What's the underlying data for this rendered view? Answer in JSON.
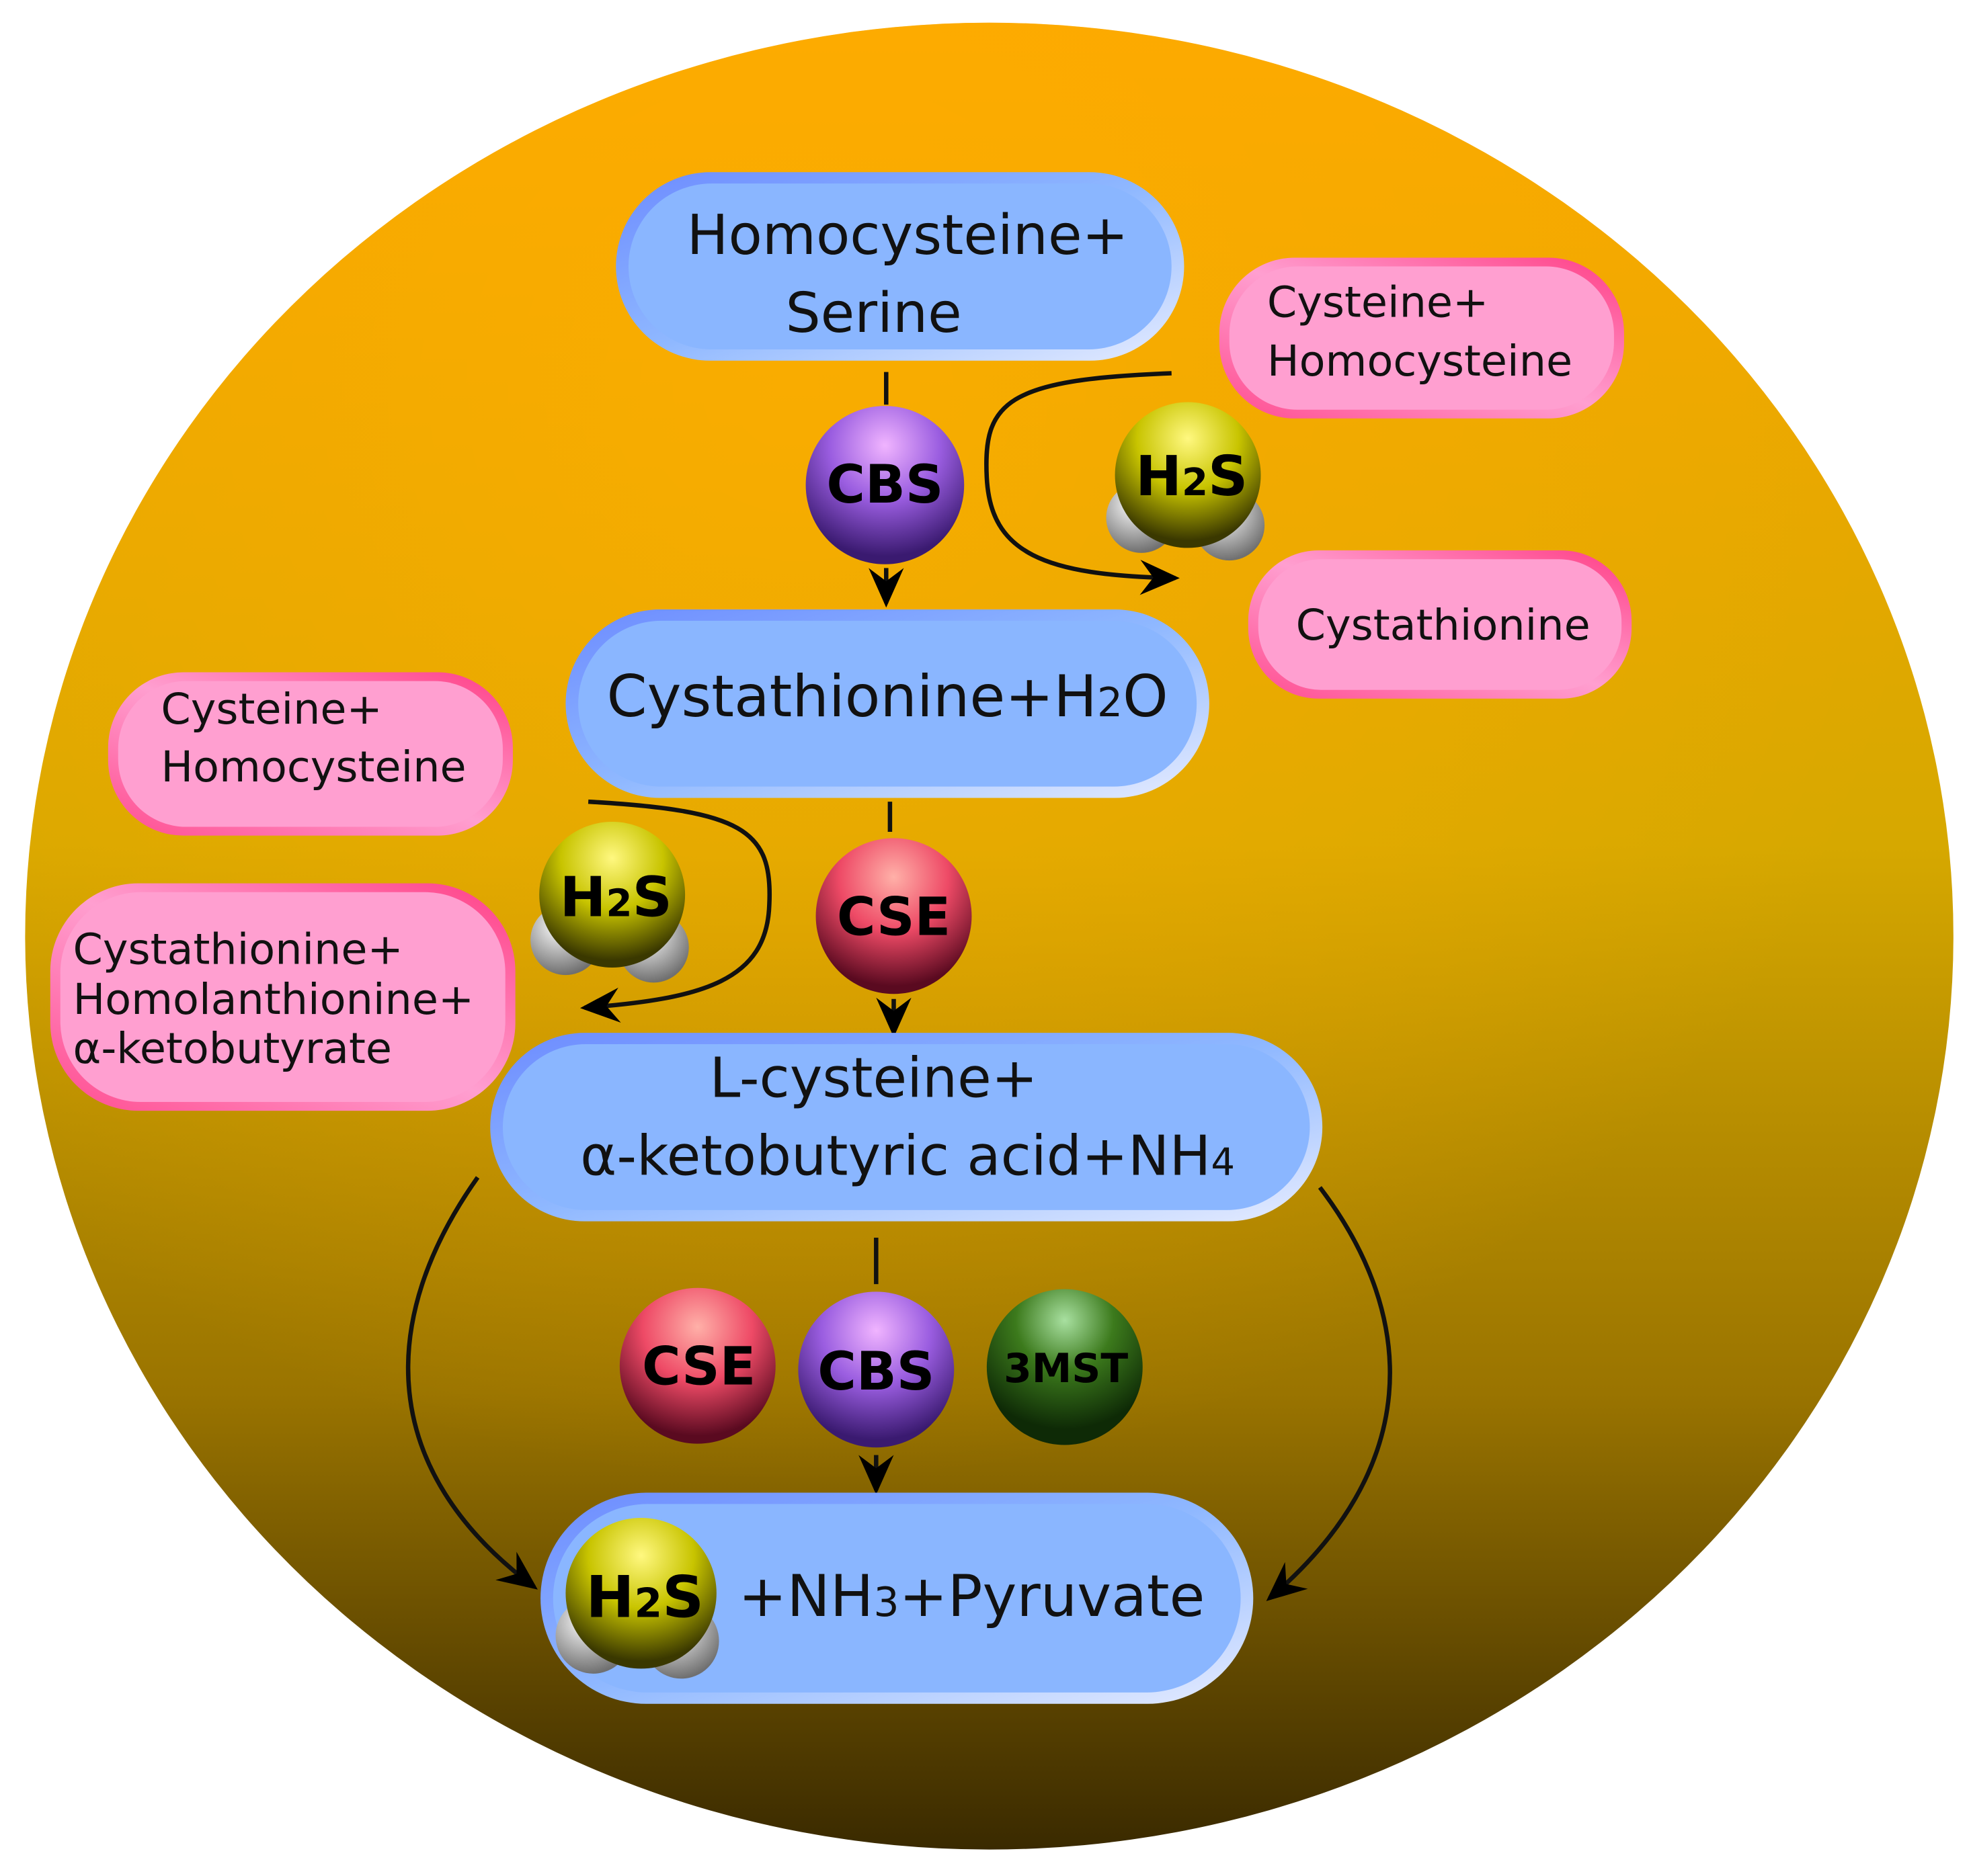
{
  "colors": {
    "cell_top": "#fba800",
    "cell_bottom": "#3b2a00",
    "blue_box": "#8ab6ff",
    "pink_box": "#ff9fd0",
    "cbs": "#9a5de0",
    "cse": "#ee4a66",
    "mst": "#3c7a1c",
    "h2s": "#d8d400"
  },
  "main_nodes": {
    "n1": {
      "line1": "Homocysteine+",
      "line2": "Serine"
    },
    "n2": {
      "pre": "Cystathionine+H",
      "sub": "2",
      "post": "O"
    },
    "n3": {
      "line1": "L-cysteine+",
      "pre": "α-ketobutyric acid+NH",
      "sub": "4"
    },
    "n4": {
      "pre": "+NH",
      "sub": "3",
      "post": "+Pyruvate"
    }
  },
  "side_nodes": {
    "right_in": {
      "line1": "Cysteine+",
      "line2": "Homocysteine"
    },
    "right_out": {
      "line1": "Cystathionine"
    },
    "left_in": {
      "line1": "Cysteine+",
      "line2": "Homocysteine"
    },
    "left_out": {
      "line1": "Cystathionine+",
      "line2": "Homolanthionine+",
      "line3": "α-ketobutyrate"
    }
  },
  "enzymes": {
    "cbs": "CBS",
    "cse": "CSE",
    "mst": "3MST"
  },
  "h2s": {
    "h": "H",
    "sub": "2",
    "s": "S"
  }
}
